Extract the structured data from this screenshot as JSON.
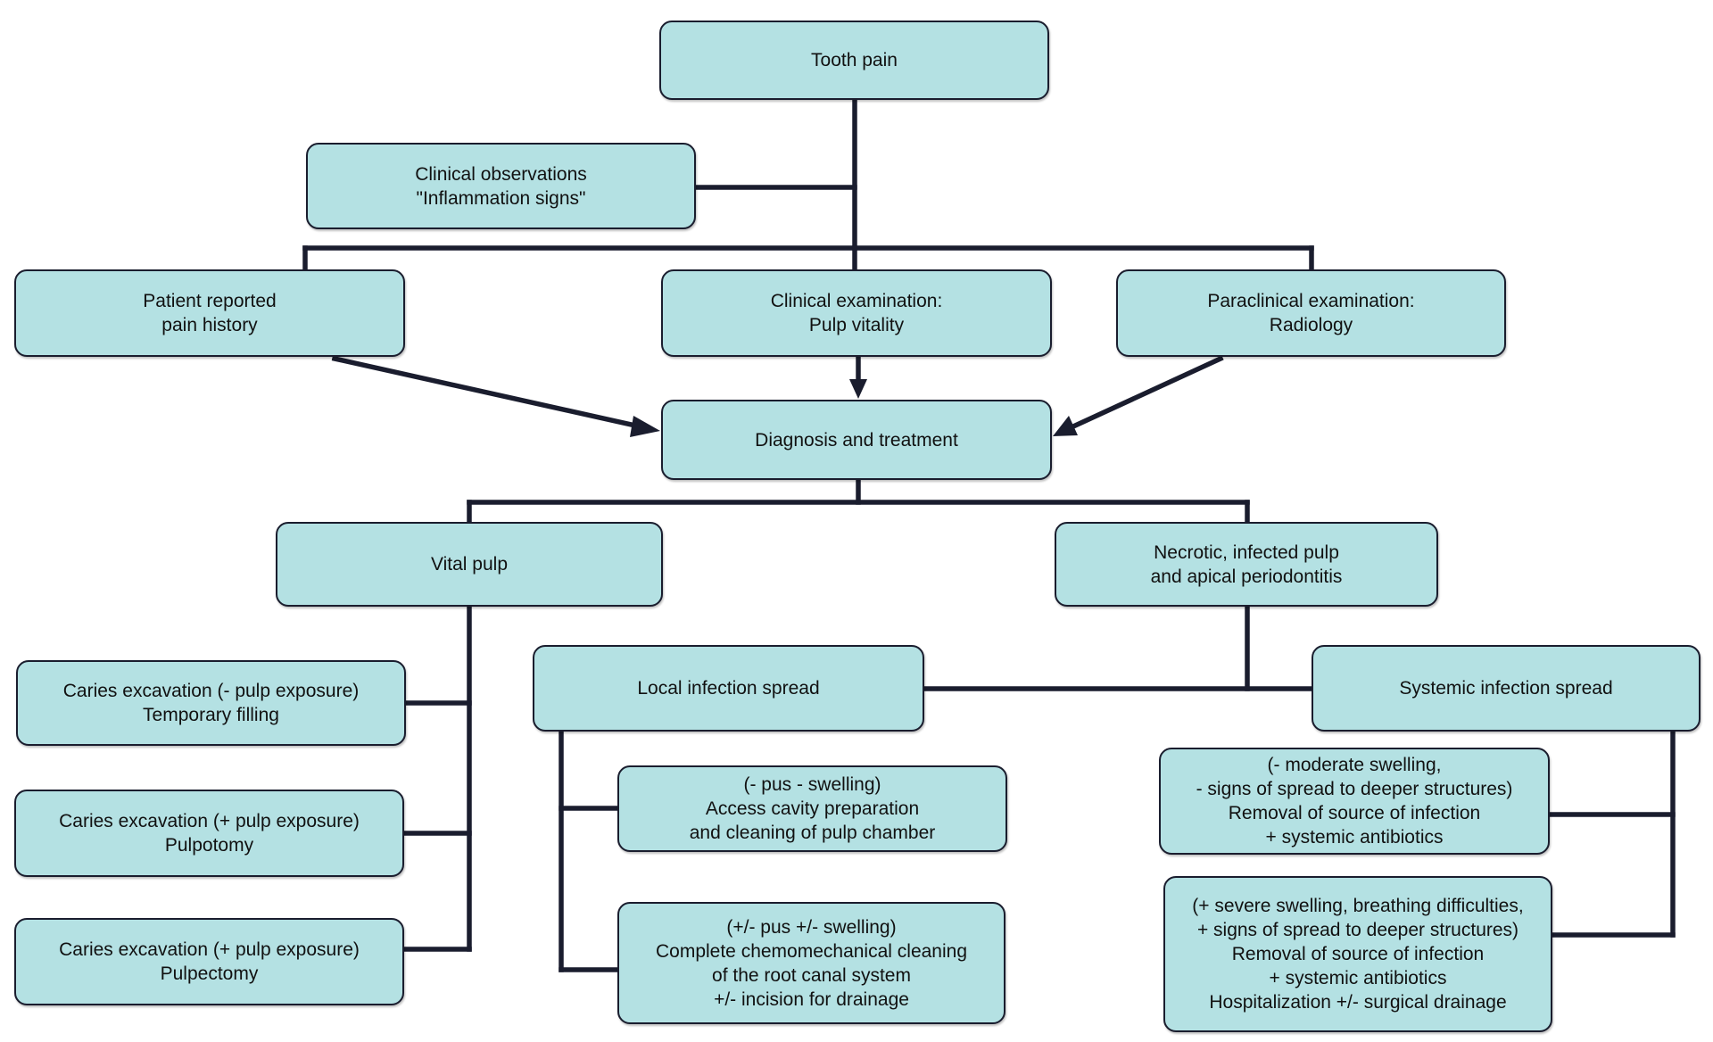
{
  "colors": {
    "node_fill": "#b4e1e3",
    "node_border": "#1a1d2e",
    "connector": "#1a1d2e",
    "background": "#ffffff"
  },
  "nodes": {
    "tooth_pain": "Tooth pain",
    "clinical_observations": "Clinical observations\n\"Inflammation signs\"",
    "patient_reported": "Patient reported\npain history",
    "clinical_examination": "Clinical examination:\nPulp vitality",
    "paraclinical_examination": "Paraclinical examination:\nRadiology",
    "diagnosis_treatment": "Diagnosis and treatment",
    "vital_pulp": "Vital pulp",
    "necrotic_pulp": "Necrotic, infected pulp\nand apical periodontitis",
    "caries_no_exposure": "Caries excavation (- pulp exposure)\nTemporary filling",
    "caries_pulpotomy": "Caries excavation (+ pulp exposure)\nPulpotomy",
    "caries_pulpectomy": "Caries excavation (+ pulp exposure)\nPulpectomy",
    "local_infection": "Local infection spread",
    "local_mild": "(- pus    - swelling)\nAccess cavity preparation\nand cleaning of pulp chamber",
    "local_moderate": "(+/- pus   +/- swelling)\nComplete chemomechanical cleaning\nof the root canal system\n+/- incision for drainage",
    "systemic_infection": "Systemic infection spread",
    "systemic_moderate": "(- moderate swelling,\n- signs of spread to deeper structures)\nRemoval of source of infection\n+ systemic antibiotics",
    "systemic_severe": "(+ severe  swelling, breathing difficulties,\n+ signs of spread to deeper structures)\nRemoval of source of infection\n+ systemic antibiotics\nHospitalization +/- surgical drainage"
  }
}
